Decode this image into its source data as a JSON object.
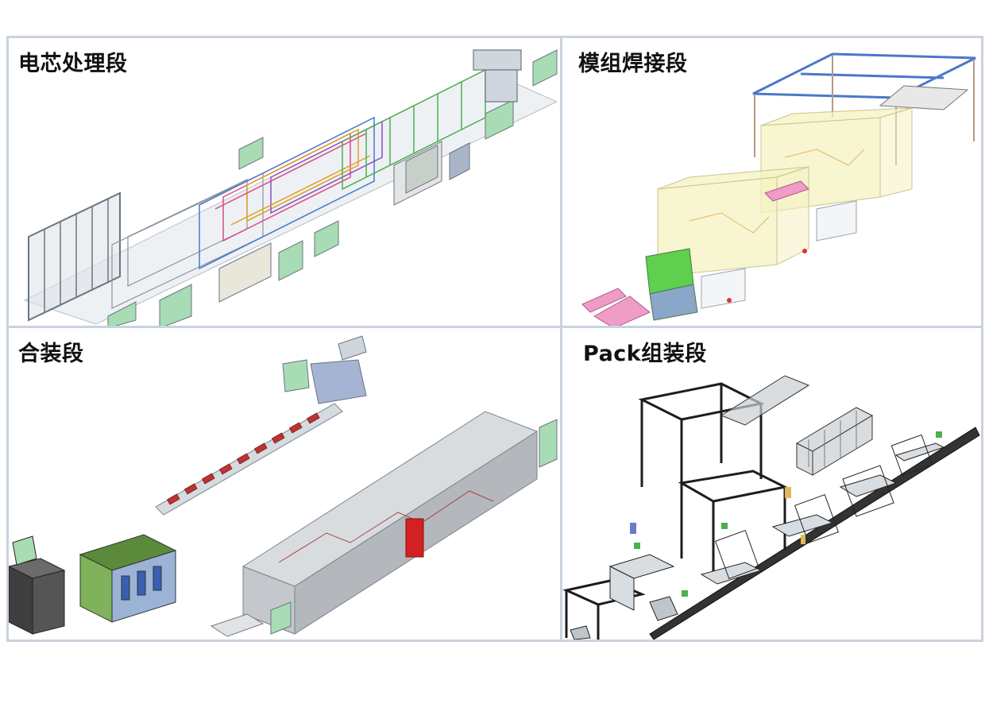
{
  "panels": [
    {
      "label": "电芯处理段"
    },
    {
      "label": "模组焊接段"
    },
    {
      "label": "合装段"
    },
    {
      "label": "Pack组装段"
    }
  ],
  "colors": {
    "border": "#c9d3de",
    "frame_gray": "#9aa3ad",
    "accent_green": "#8fd5a6",
    "accent_red": "#c62828",
    "accent_blue": "#4a78c8",
    "dark_frame": "#1d1d1d"
  }
}
